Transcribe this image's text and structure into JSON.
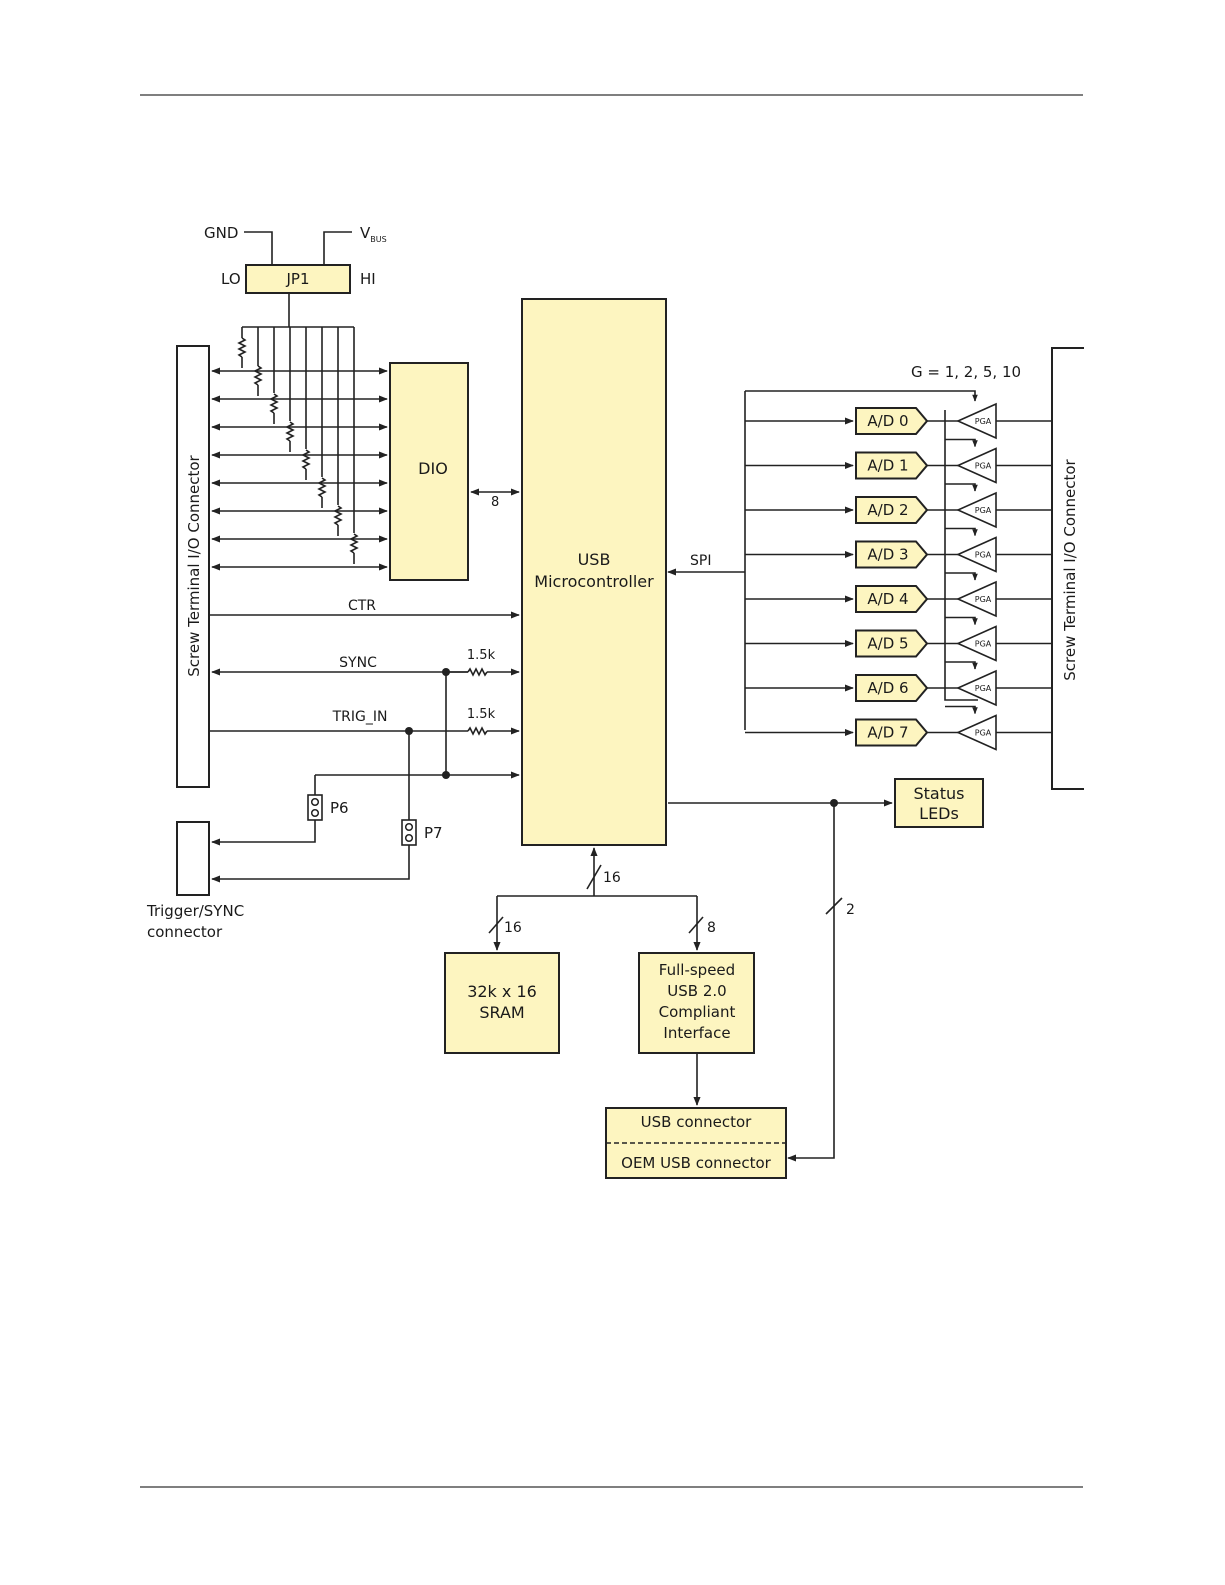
{
  "diagram": {
    "gnd": "GND",
    "vbus_main": "V",
    "vbus_sub": "BUS",
    "lo": "LO",
    "hi": "HI",
    "jp1": "JP1",
    "left_connector": "Screw Terminal I/O Connector",
    "right_connector": "Screw Terminal I/O Connector",
    "dio": "DIO",
    "dio_bus": "8",
    "usb_mc_line1": "USB",
    "usb_mc_line2": "Microcontroller",
    "ctr": "CTR",
    "sync": "SYNC",
    "trig_in": "TRIG_IN",
    "res_sync": "1.5k",
    "res_trig": "1.5k",
    "p6": "P6",
    "p7": "P7",
    "trigger_line1": "Trigger/SYNC",
    "trigger_line2": "connector",
    "spi": "SPI",
    "gain": "G = 1, 2, 5, 10",
    "adcs": [
      "A/D 0",
      "A/D 1",
      "A/D 2",
      "A/D 3",
      "A/D 4",
      "A/D 5",
      "A/D 6",
      "A/D 7"
    ],
    "pga": "PGA",
    "status_line1": "Status",
    "status_line2": "LEDs",
    "bus_main": "16",
    "bus_sram": "16",
    "bus_usb": "8",
    "bus_leds": "2",
    "sram_line1": "32k x 16",
    "sram_line2": "SRAM",
    "usb_if_lines": [
      "Full-speed",
      "USB 2.0",
      "Compliant",
      "Interface"
    ],
    "usb_connector": "USB connector",
    "oem_connector": "OEM USB connector"
  }
}
